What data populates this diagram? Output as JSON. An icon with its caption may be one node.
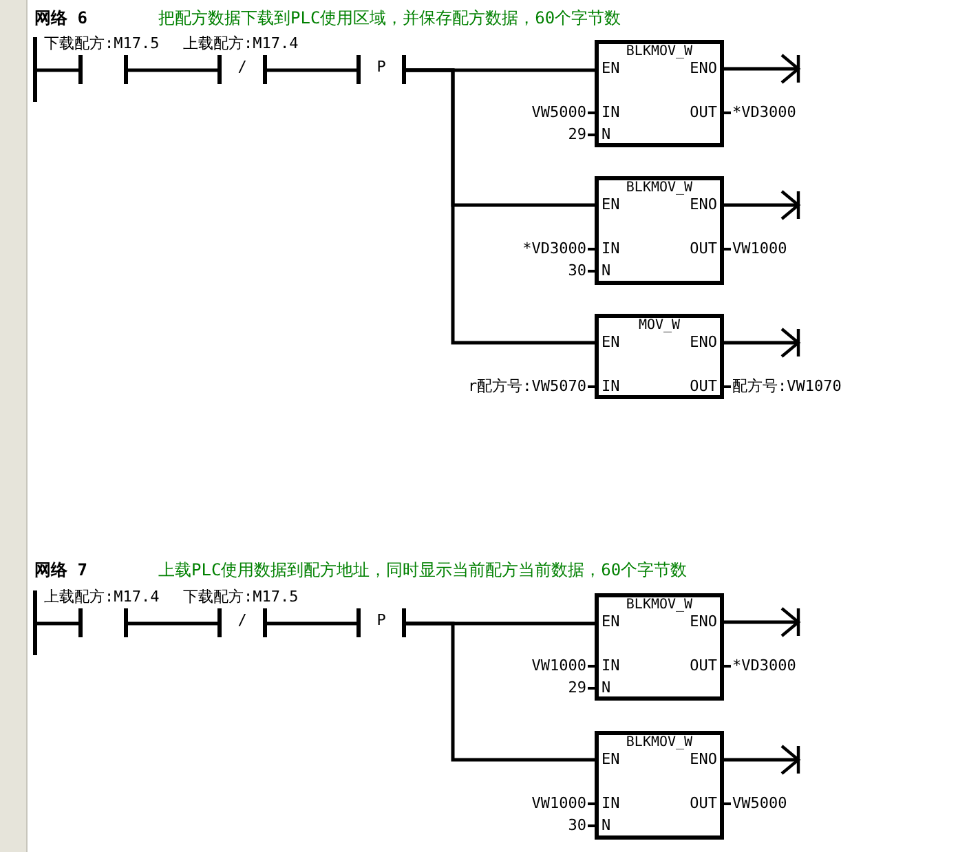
{
  "diagram": {
    "nodes": [
      {
        "text": [],
        "shape": "bar"
      },
      {
        "text": [],
        "shape": "contact",
        "beside": [
          "下载配方:M17.5"
        ]
      },
      {
        "text": [
          "/"
        ],
        "beside": [
          "上载配方:M17.4"
        ]
      },
      {
        "text": [
          "P"
        ]
      },
      {
        "text": [
          "BLKMOV_W",
          "EN",
          "ENO",
          "IN",
          "OUT",
          "N"
        ],
        "beside": [
          "VW5000",
          "*VD3000",
          "29"
        ]
      },
      {
        "text": [
          "BLKMOV_W",
          "EN",
          "ENO",
          "IN",
          "OUT",
          "N"
        ],
        "beside": [
          "*VD3000",
          "VW1000",
          "30"
        ]
      },
      {
        "text": [
          "MOV_W",
          "EN",
          "ENO",
          "IN",
          "OUT"
        ],
        "beside": [
          "r配方号:VW5070",
          "配方号:VW1070"
        ]
      },
      {
        "text": [],
        "shape": "bar"
      },
      {
        "text": [],
        "shape": "contact",
        "beside": [
          "上载配方:M17.4"
        ]
      },
      {
        "text": [
          "/"
        ],
        "beside": [
          "下载配方:M17.5"
        ]
      },
      {
        "text": [
          "P"
        ]
      },
      {
        "text": [
          "BLKMOV_W",
          "EN",
          "ENO",
          "IN",
          "OUT",
          "N"
        ],
        "beside": [
          "VW1000",
          "*VD3000",
          "29"
        ]
      },
      {
        "text": [
          "BLKMOV_W",
          "EN",
          "ENO",
          "IN",
          "OUT",
          "N"
        ],
        "beside": [
          "VW1000",
          "VW5000",
          "30"
        ]
      }
    ],
    "edges": [
      {
        "from": 0,
        "to": 1,
        "arrow": "none"
      },
      {
        "from": 1,
        "to": 2,
        "arrow": "none"
      },
      {
        "from": 2,
        "to": 3,
        "arrow": "none"
      },
      {
        "from": 3,
        "to": 4,
        "arrow": "none"
      },
      {
        "from": 3,
        "to": 5,
        "arrow": "none"
      },
      {
        "from": 3,
        "to": 6,
        "arrow": "none"
      },
      {
        "from": 4,
        "to": null,
        "arrow": "to"
      },
      {
        "from": 5,
        "to": null,
        "arrow": "to"
      },
      {
        "from": 6,
        "to": null,
        "arrow": "to"
      },
      {
        "from": 7,
        "to": 8,
        "arrow": "none"
      },
      {
        "from": 8,
        "to": 9,
        "arrow": "none"
      },
      {
        "from": 9,
        "to": 10,
        "arrow": "none"
      },
      {
        "from": 10,
        "to": 11,
        "arrow": "none"
      },
      {
        "from": 10,
        "to": 12,
        "arrow": "none"
      },
      {
        "from": 11,
        "to": null,
        "arrow": "to"
      },
      {
        "from": 12,
        "to": null,
        "arrow": "to"
      }
    ],
    "labels": [
      "网络 6",
      "把配方数据下载到PLC使用区域，并保存配方数据，60个字节数",
      "网络 7",
      "上载PLC使用数据到配方地址，同时显示当前配方当前数据，60个字节数"
    ]
  }
}
